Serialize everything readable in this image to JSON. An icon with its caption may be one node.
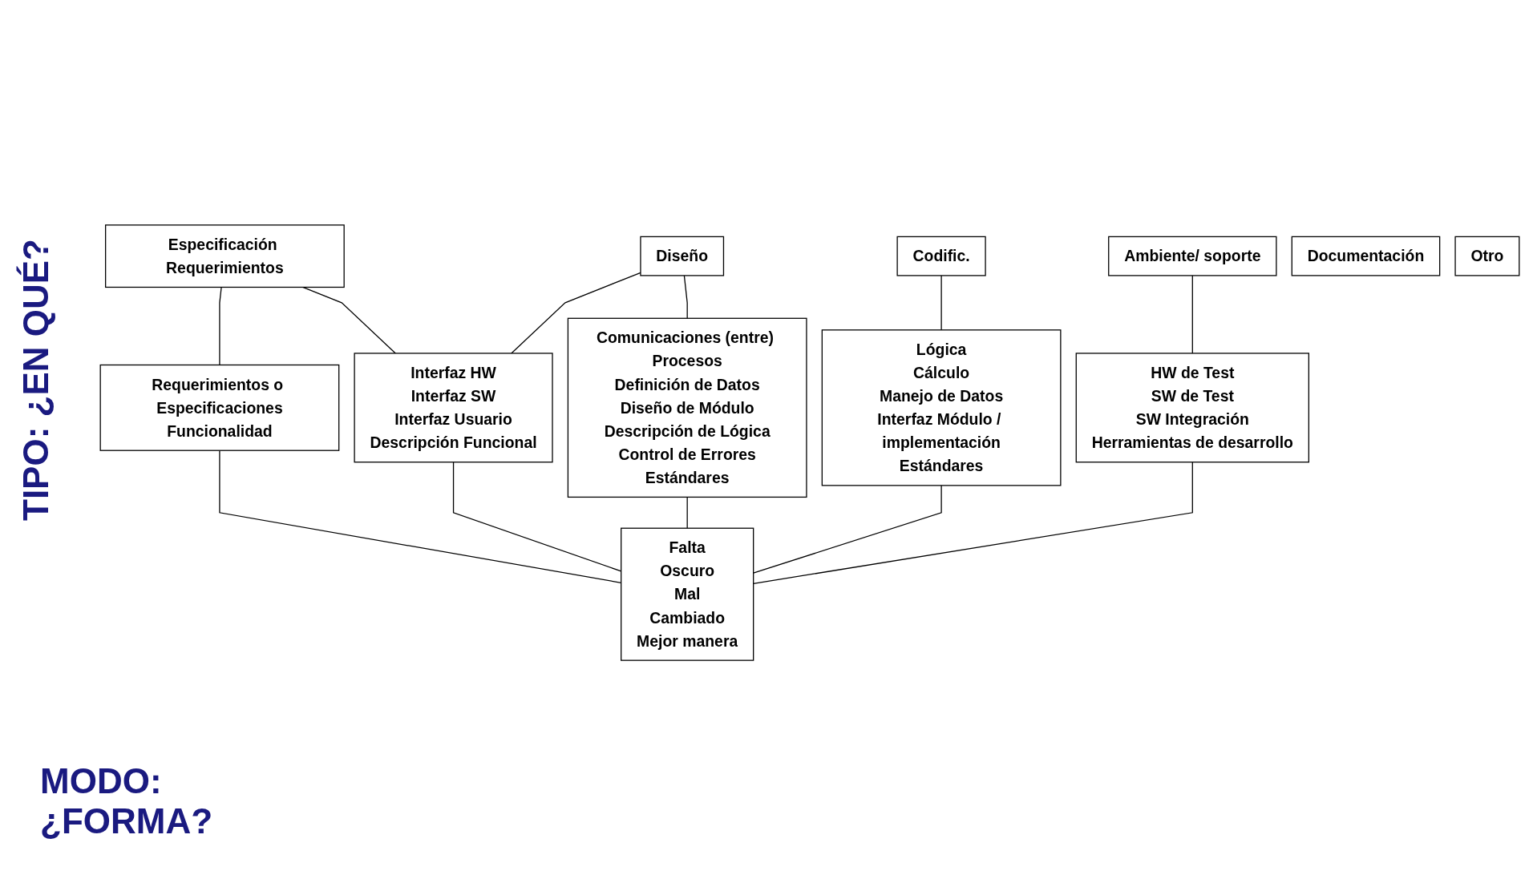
{
  "diagram": {
    "nodes": [
      {
        "text": [
          "Especificación Requerimientos"
        ]
      },
      {
        "text": [
          "Diseño"
        ]
      },
      {
        "text": [
          "Codific."
        ]
      },
      {
        "text": [
          "Ambiente/ soporte"
        ]
      },
      {
        "text": [
          "Documentación"
        ]
      },
      {
        "text": [
          "Otro"
        ]
      },
      {
        "text": [
          "Requerimientos o Especificaciones",
          "Funcionalidad"
        ]
      },
      {
        "text": [
          "Interfaz HW",
          "Interfaz SW",
          "Interfaz Usuario",
          "Descripción Funcional"
        ]
      },
      {
        "text": [
          "Comunicaciones (entre) Procesos",
          "Definición de Datos",
          "Diseño de Módulo",
          "Descripción de Lógica",
          "Control de Errores",
          "Estándares"
        ]
      },
      {
        "text": [
          "Lógica",
          "Cálculo",
          "Manejo de Datos",
          "Interfaz Módulo / implementación",
          "Estándares"
        ]
      },
      {
        "text": [
          "HW de Test",
          "SW de Test",
          "SW Integración",
          "Herramientas de desarrollo"
        ]
      },
      {
        "text": [
          "Falta",
          "Oscuro",
          "Mal",
          "Cambiado",
          "Mejor manera"
        ]
      }
    ],
    "edges": [
      {
        "from": 0,
        "to": 6,
        "arrow": "none"
      },
      {
        "from": 0,
        "to": 7,
        "arrow": "none"
      },
      {
        "from": 1,
        "to": 7,
        "arrow": "none"
      },
      {
        "from": 1,
        "to": 8,
        "arrow": "none"
      },
      {
        "from": 2,
        "to": 9,
        "arrow": "none"
      },
      {
        "from": 3,
        "to": 10,
        "arrow": "none"
      },
      {
        "from": 6,
        "to": 11,
        "arrow": "none"
      },
      {
        "from": 7,
        "to": 11,
        "arrow": "none"
      },
      {
        "from": 8,
        "to": 11,
        "arrow": "none"
      },
      {
        "from": 9,
        "to": 11,
        "arrow": "none"
      },
      {
        "from": 10,
        "to": 11,
        "arrow": "none"
      }
    ],
    "labels": [
      "TIPO: ¿EN QUÉ?",
      "MODO: ¿FORMA?"
    ]
  }
}
